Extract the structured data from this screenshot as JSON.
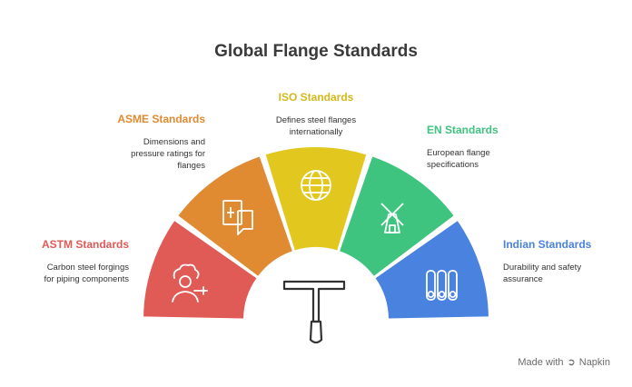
{
  "title": "Global Flange Standards",
  "segments": [
    {
      "name": "ASTM Standards",
      "desc": [
        "Carbon steel forgings",
        "for piping components"
      ],
      "color": "#e05a56",
      "icon": "welder-worker-icon"
    },
    {
      "name": "ASME Standards",
      "desc": [
        "Dimensions and",
        "pressure ratings for",
        "flanges"
      ],
      "color": "#e08a32",
      "icon": "document-ruler-icon"
    },
    {
      "name": "ISO Standards",
      "desc": [
        "Defines steel flanges",
        "internationally"
      ],
      "color": "#e2c81e",
      "icon": "globe-icon"
    },
    {
      "name": "EN Standards",
      "desc": [
        "European flange",
        "specifications"
      ],
      "color": "#3ec47e",
      "icon": "windmill-icon"
    },
    {
      "name": "Indian Standards",
      "desc": [
        "Durability and safety",
        "assurance"
      ],
      "color": "#4a82e0",
      "icon": "pipes-icon"
    }
  ],
  "center_icon": "flange-t-handle-icon",
  "brand": {
    "made_with": "Made with",
    "name": "Napkin"
  }
}
